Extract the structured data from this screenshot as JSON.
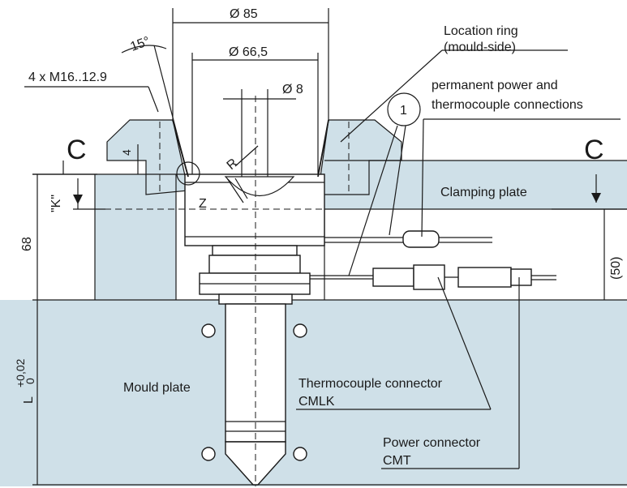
{
  "dimensions": {
    "dia_outer": "Ø 85",
    "dia_ring": "Ø 66,5",
    "dia_gate": "Ø 8",
    "angle": "15°",
    "screws": "4 x M16..12.9",
    "depth": "4",
    "radius": "R",
    "height_left": "68",
    "height_right": "(50)",
    "k_mark": "\"K\"",
    "length_symbol": "L",
    "tol_plus": "+0,02",
    "tol_zero": "0",
    "zone": "Z",
    "section_left": "C",
    "section_right": "C",
    "callout_number": "1"
  },
  "labels": {
    "location_ring_1": "Location ring",
    "location_ring_2": "(mould-side)",
    "permanent_1": "permanent power and",
    "permanent_2": "thermocouple connections",
    "clamping_plate": "Clamping plate",
    "mould_plate": "Mould plate",
    "thermo_connector_1": "Thermocouple connector",
    "thermo_connector_2": "CMLK",
    "power_connector_1": "Power connector",
    "power_connector_2": "CMT"
  },
  "colors": {
    "plate_fill": "#cfe0e8",
    "line": "#1a1a1a"
  }
}
